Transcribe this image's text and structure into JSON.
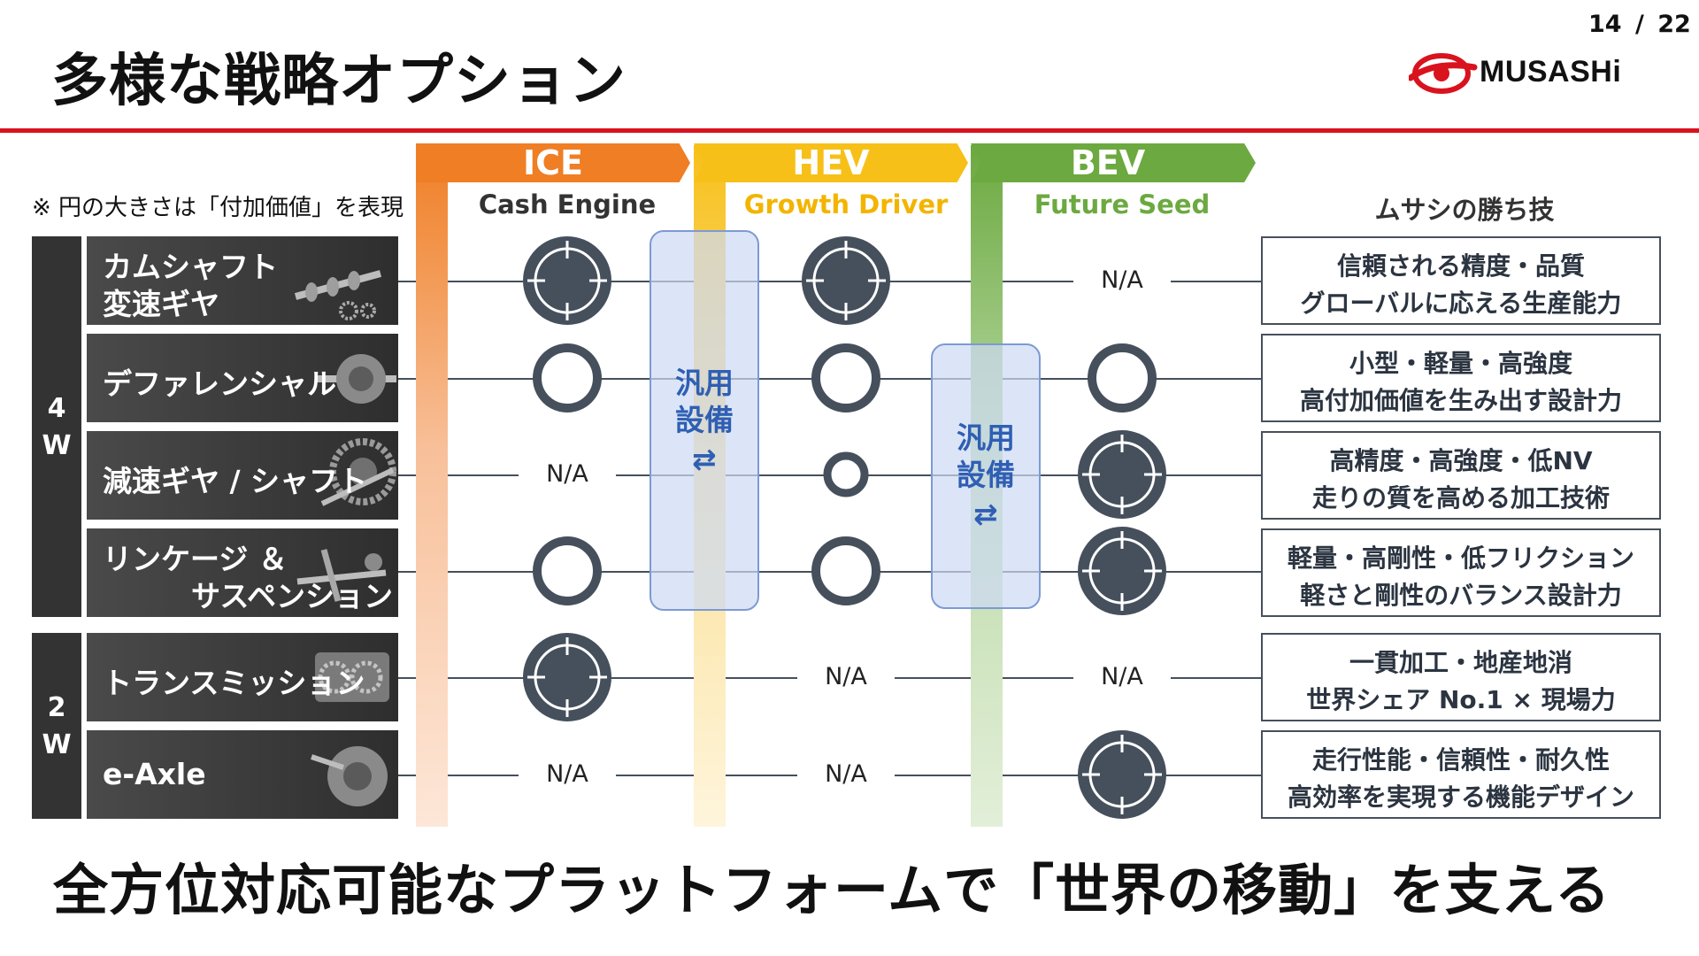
{
  "header": {
    "title": "多様な戦略オプション",
    "page_number": "14 / 22",
    "logo_text": "MUSASHi"
  },
  "note": "※ 円の大きさは「付加価値」を表現",
  "columns": [
    {
      "label": "ICE",
      "subtitle": "Cash Engine",
      "color": "#ef7e24"
    },
    {
      "label": "HEV",
      "subtitle": "Growth Driver",
      "color": "#f7c019"
    },
    {
      "label": "BEV",
      "subtitle": "Future Seed",
      "color": "#6ca940"
    }
  ],
  "strengths_header": "ムサシの勝ち技",
  "groups": [
    {
      "label_top": "4",
      "label_bottom": "W"
    },
    {
      "label_top": "2",
      "label_bottom": "W"
    }
  ],
  "products": [
    {
      "line1": "カムシャフト",
      "line2": "変速ギヤ"
    },
    {
      "line1": "デファレンシャル",
      "line2": ""
    },
    {
      "line1": "減速ギヤ / シャフト",
      "line2": ""
    },
    {
      "line1": "リンケージ ＆",
      "line2": "サスペンション"
    },
    {
      "line1": "トランスミッション",
      "line2": ""
    },
    {
      "line1": "e-Axle",
      "line2": ""
    }
  ],
  "cells": [
    [
      "large-target",
      "large-target",
      "N/A"
    ],
    [
      "ring",
      "ring",
      "ring"
    ],
    [
      "N/A",
      "small-ring",
      "large-target"
    ],
    [
      "ring",
      "ring",
      "large-target"
    ],
    [
      "large-target",
      "N/A",
      "N/A"
    ],
    [
      "N/A",
      "N/A",
      "large-target"
    ]
  ],
  "na_text": "N/A",
  "strengths": [
    {
      "line1": "信頼される精度・品質",
      "line2": "グローバルに応える生産能力"
    },
    {
      "line1": "小型・軽量・高強度",
      "line2": "高付加価値を生み出す設計力"
    },
    {
      "line1": "高精度・高強度・低NV",
      "line2": "走りの質を高める加工技術"
    },
    {
      "line1": "軽量・高剛性・低フリクション",
      "line2": "軽さと剛性のバランス設計力"
    },
    {
      "line1": "一貫加工・地産地消",
      "line2": "世界シェア No.1 × 現場力"
    },
    {
      "line1": "走行性能・信頼性・耐久性",
      "line2": "高効率を実現する機能デザイン"
    }
  ],
  "shared_equipment": {
    "line1": "汎用",
    "line2": "設備",
    "arrow": "⇄"
  },
  "slogan": "全方位対応可能なプラットフォームで「世界の移動」を支える"
}
